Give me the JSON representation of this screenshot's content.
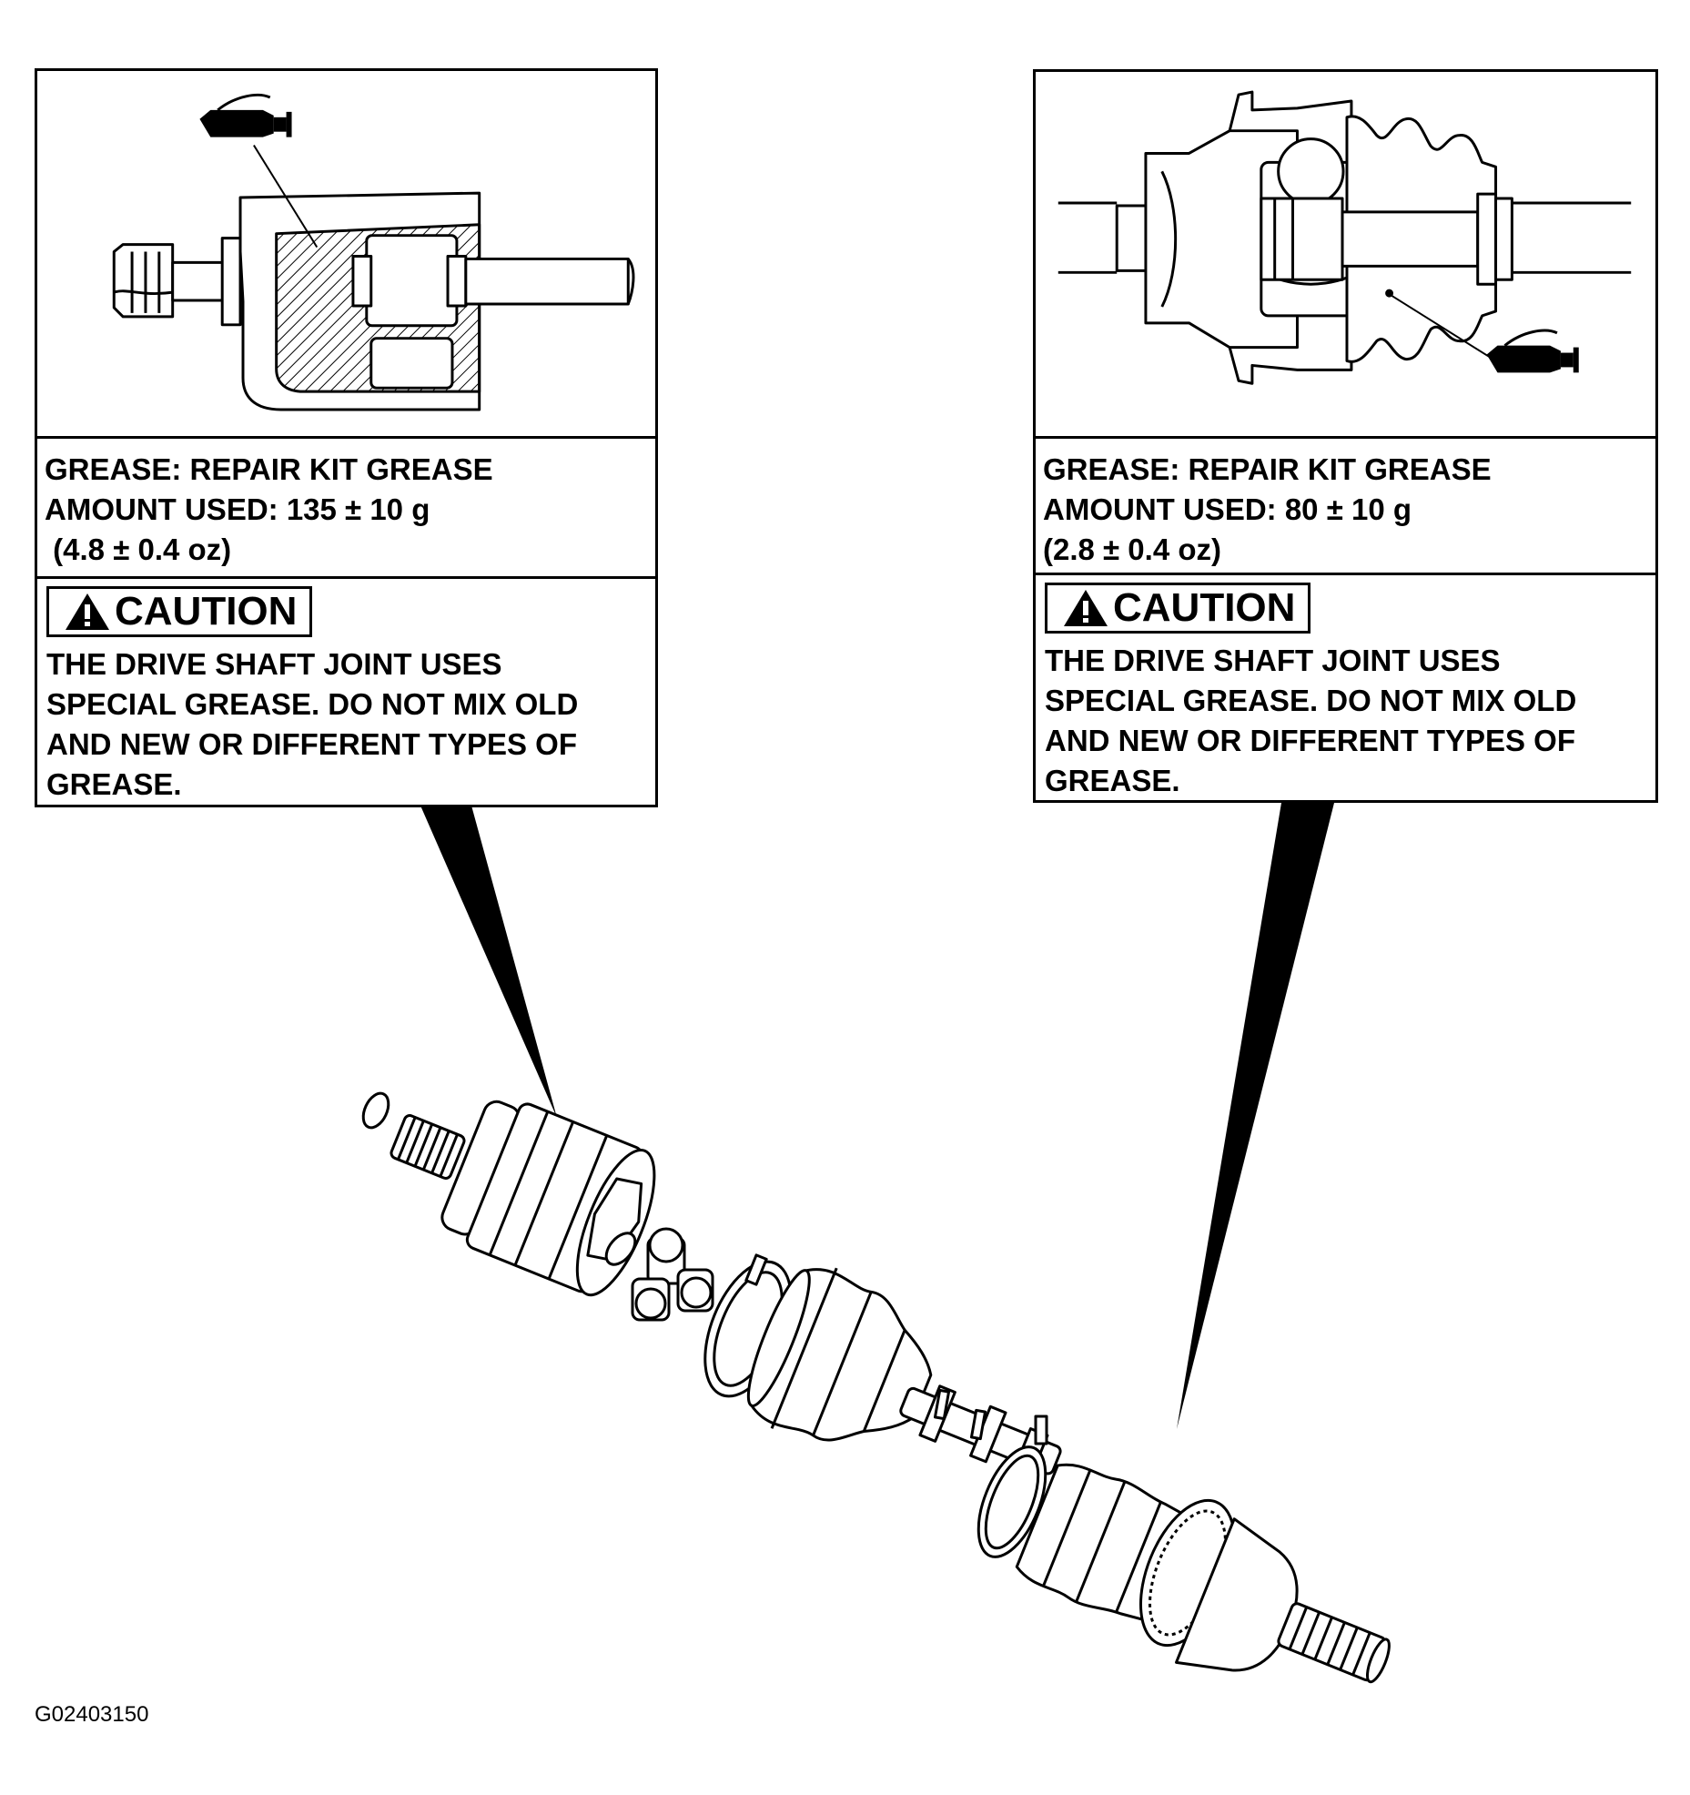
{
  "left_panel": {
    "grease_label": "GREASE: REPAIR KIT GREASE",
    "amount_label": "AMOUNT USED: 135 ± 10 g",
    "amount_oz": " (4.8 ± 0.4 oz)",
    "caution_title": "CAUTION",
    "caution_lines": [
      "THE DRIVE SHAFT JOINT USES",
      "SPECIAL GREASE. DO NOT MIX OLD",
      "AND NEW OR DIFFERENT TYPES OF",
      "GREASE."
    ]
  },
  "right_panel": {
    "grease_label": "GREASE: REPAIR KIT GREASE",
    "amount_label": "AMOUNT USED: 80 ± 10 g",
    "amount_oz": "(2.8 ± 0.4 oz)",
    "caution_title": "CAUTION",
    "caution_lines": [
      "THE DRIVE SHAFT JOINT USES",
      "SPECIAL GREASE. DO NOT MIX OLD",
      "AND NEW OR DIFFERENT TYPES OF",
      "GREASE."
    ]
  },
  "figure_code": "G02403150",
  "icons": [
    "grease-tube-icon",
    "warning-triangle-icon"
  ]
}
